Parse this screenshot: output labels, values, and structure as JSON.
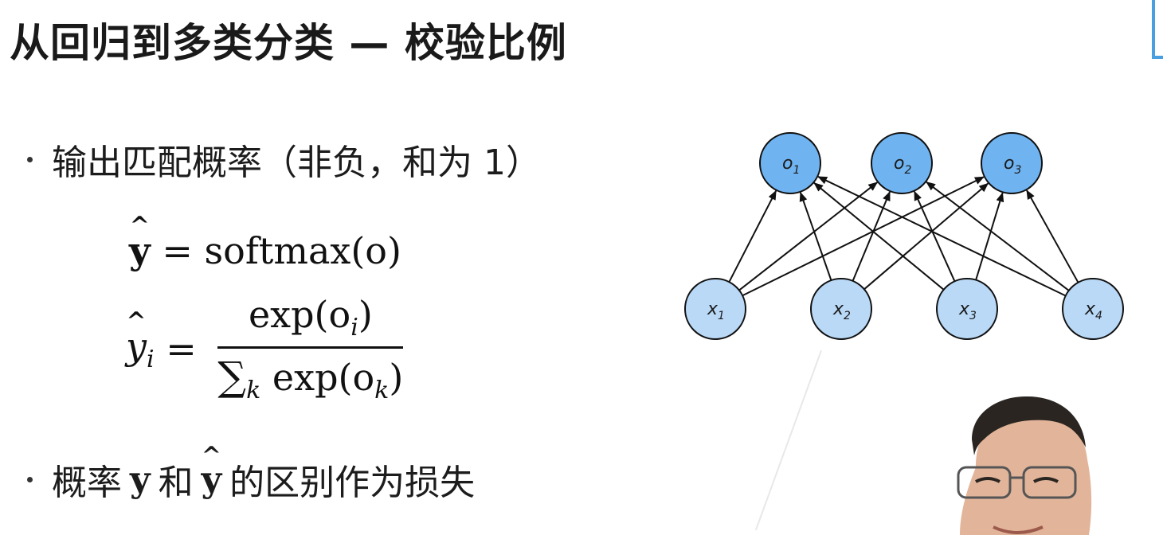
{
  "slide": {
    "title": "从回归到多类分类 — 校验比例"
  },
  "bullets": {
    "first": "输出匹配概率（非负，和为 1）",
    "second_prefix": "概率",
    "second_y": "y",
    "second_mid": "和",
    "second_yhat": "y",
    "second_suffix": "的区别作为损失"
  },
  "formulas": {
    "eq1_lhs": "y",
    "eq1_rhs": "= softmax(o)",
    "eq2_lhs_base": "y",
    "eq2_lhs_sub": "i",
    "eq2_eq": "=",
    "eq2_num_text": "exp(o",
    "eq2_num_sub": "i",
    "eq2_num_close": ")",
    "eq2_den_sum": "∑",
    "eq2_den_sum_sub": "k",
    "eq2_den_text": " exp(o",
    "eq2_den_sub": "k",
    "eq2_den_close": ")"
  },
  "network": {
    "outputs": [
      {
        "base": "o",
        "sub": "1"
      },
      {
        "base": "o",
        "sub": "2"
      },
      {
        "base": "o",
        "sub": "3"
      }
    ],
    "inputs": [
      {
        "base": "x",
        "sub": "1"
      },
      {
        "base": "x",
        "sub": "2"
      },
      {
        "base": "x",
        "sub": "3"
      },
      {
        "base": "x",
        "sub": "4"
      }
    ],
    "colors": {
      "output_fill": "#6fb3f0",
      "input_fill": "#b9d9f7",
      "stroke": "#111111"
    }
  },
  "presenter": {
    "icon": "presenter-webcam"
  }
}
